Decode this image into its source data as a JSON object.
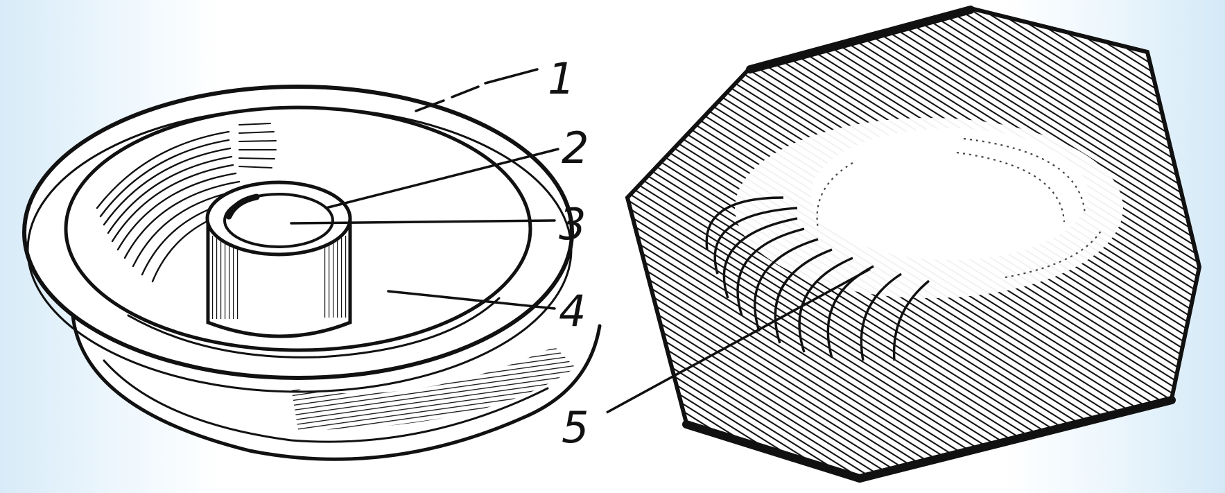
{
  "labels": {
    "l1": "1",
    "l2": "2",
    "l3": "3",
    "l4": "4",
    "l5": "5"
  },
  "colors": {
    "ink": "#111111",
    "paper": "#ffffff",
    "frame": "#cfe6f6"
  }
}
